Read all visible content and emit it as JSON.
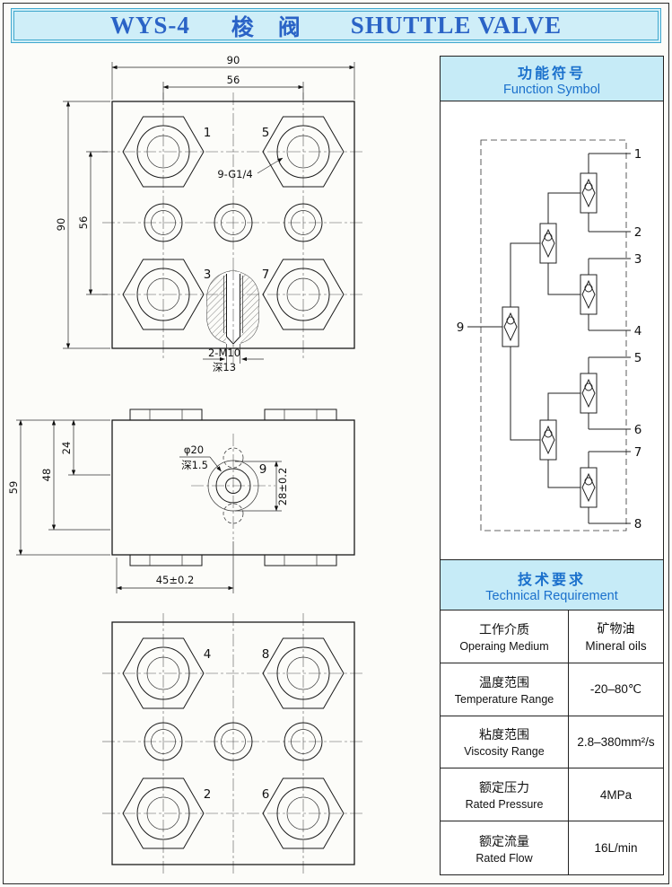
{
  "title": {
    "model": "WYS-4",
    "name_cn": "梭 阀",
    "name_en": "SHUTTLE VALVE"
  },
  "colors": {
    "banner_bg": "#cfeef8",
    "banner_border": "#41a8ce",
    "title_text": "#2a63c6",
    "panel_header_bg": "#c6ebf7",
    "panel_header_text": "#1a70cc",
    "line_color": "#1a1a1a"
  },
  "function_symbol": {
    "title_cn": "功能符号",
    "title_en": "Function Symbol",
    "ports": [
      "1",
      "2",
      "3",
      "4",
      "5",
      "6",
      "7",
      "8",
      "9"
    ]
  },
  "technical": {
    "title_cn": "技术要求",
    "title_en": "Technical Requirement",
    "rows": [
      {
        "label_cn": "工作介质",
        "label_en": "Operaing Medium",
        "value_cn": "矿物油",
        "value": "Mineral oils"
      },
      {
        "label_cn": "温度范围",
        "label_en": "Temperature Range",
        "value": "-20–80℃"
      },
      {
        "label_cn": "粘度范围",
        "label_en": "Viscosity Range",
        "value": "2.8–380mm²/s"
      },
      {
        "label_cn": "额定压力",
        "label_en": "Rated Pressure",
        "value": "4MPa"
      },
      {
        "label_cn": "额定流量",
        "label_en": "Rated Flow",
        "value": "16L/min"
      }
    ]
  },
  "drawings": {
    "top_view": {
      "dim_width": "90",
      "dim_width_inner": "56",
      "dim_height": "90",
      "dim_height_inner": "56",
      "port1": "1",
      "port5": "5",
      "port3": "3",
      "port7": "7",
      "thread_note": "9-G1/4",
      "hole_note_line1": "2-M10",
      "hole_note_line2": "深13"
    },
    "side_view": {
      "dim_height": "59",
      "dim_48": "48",
      "dim_24": "24",
      "dim_28": "28±0.2",
      "dim_45": "45±0.2",
      "hole_dia": "φ20",
      "hole_depth": "深1.5",
      "port9": "9"
    },
    "bottom_view": {
      "port4": "4",
      "port8": "8",
      "port2": "2",
      "port6": "6"
    }
  }
}
